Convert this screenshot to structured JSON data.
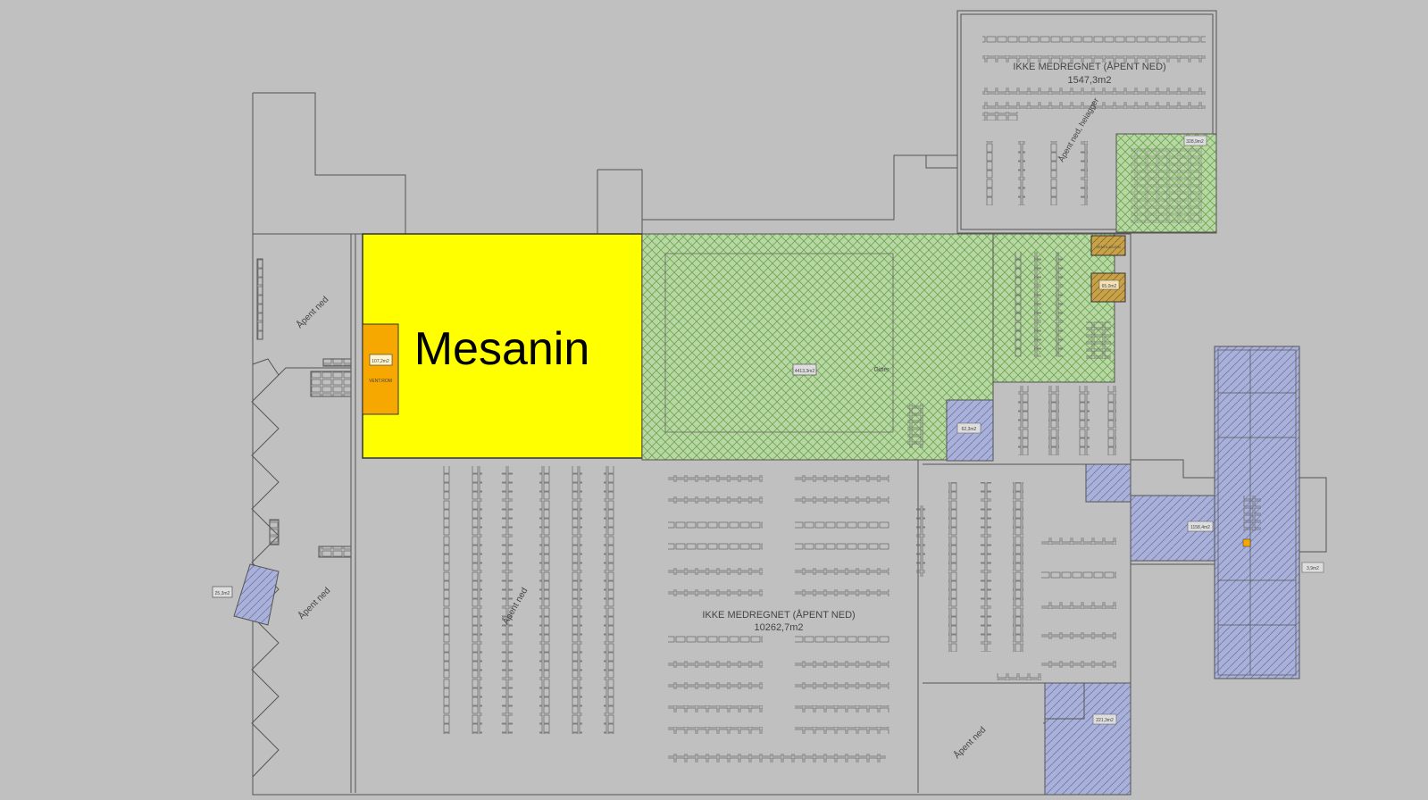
{
  "colors": {
    "background": "#c0c0c0",
    "line": "#555555",
    "mesanin": "#ffff00",
    "orange_room": "#f6a800",
    "green_hatch": "#8fc96a",
    "blue_hatch": "#9aa3cf",
    "tan_room": "#c8a24a"
  },
  "labels": {
    "mesanin": "Mesanin",
    "top_area_title": "IKKE MEDREGNET (ÅPENT NED)",
    "top_area_value": "1547,3m2",
    "main_area_title": "IKKE MEDREGNET (ÅPENT NED)",
    "main_area_value": "10262,7m2",
    "apent_ned": "Åpent ned",
    "apent_ned_heiagger": "Åpent ned, heiagger",
    "vent_rom": "VENT.ROM",
    "orange_room_area": "107,2m2",
    "blue_west_area": "25,3m2",
    "green_centre_area": "4413,3m2",
    "green_top_area": "328,9m2",
    "tan_room_area": "65,0m2",
    "tan_room_label": "VENTILASJON",
    "blue_mid_area": "62,3m2",
    "blue_east_area": "1158,4m2",
    "blue_far_east_area": "3,9m2",
    "blue_south_area": "221,3m2",
    "gitter": "Gitter"
  }
}
